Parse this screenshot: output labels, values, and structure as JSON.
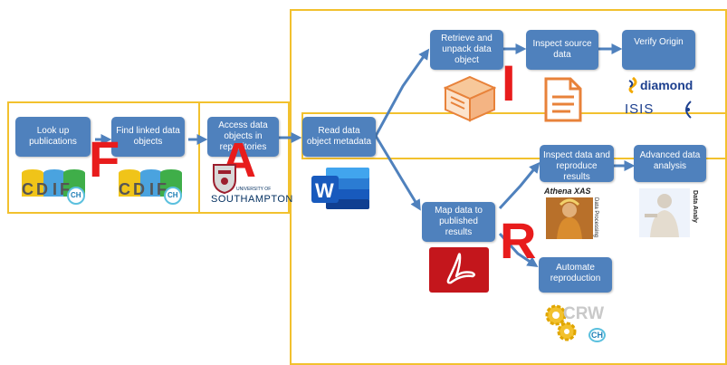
{
  "steps": {
    "lookup": "Look up publications",
    "find_linked": "Find linked data objects",
    "access": "Access data objects in repositories",
    "read_metadata": "Read data object metadata",
    "retrieve": "Retrieve and unpack data object",
    "inspect_source": "Inspect source data",
    "verify_origin": "Verify Origin",
    "inspect_reproduce": "Inspect data and reproduce results",
    "advanced_analysis": "Advanced data analysis",
    "map_data": "Map data to published results",
    "automate": "Automate reproduction"
  },
  "letters": {
    "f": "F",
    "a": "A",
    "i": "I",
    "r": "R"
  },
  "logos": {
    "diamond": "diamond",
    "isis": "ISIS",
    "southampton_small": "UNIVERSITY OF",
    "southampton": "SOUTHAMPTON",
    "athena": "Athena XAS",
    "athena_side": "Data Processing",
    "artemis_side": "Data Analy",
    "crw": "CRW",
    "ch": "CH",
    "word": "W",
    "cdif": [
      "C",
      "D",
      "I",
      "F"
    ]
  },
  "colors": {
    "step_box": "#4f81bd",
    "arrow": "#4f81bd",
    "frame": "#f2c12e",
    "letter": "#e81c1c"
  }
}
